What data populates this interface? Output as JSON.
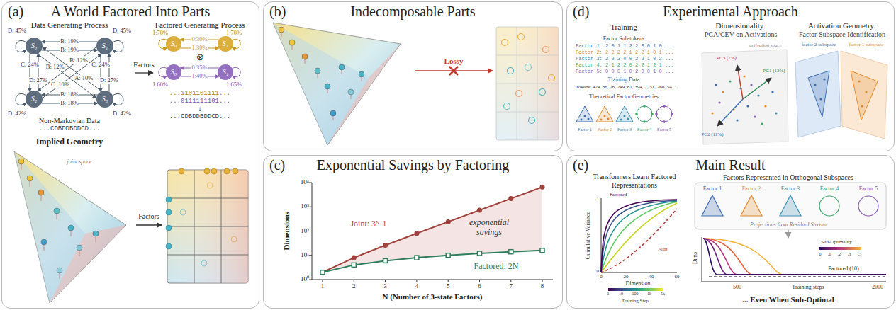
{
  "diagram": {
    "nodes": [
      {
        "text": [
          "(a)",
          "A World Factored Into Parts"
        ]
      },
      {
        "text": [
          "S₀"
        ],
        "in": 0
      },
      {
        "text": [
          "S₁"
        ],
        "in": 0
      },
      {
        "text": [
          "S₂"
        ],
        "in": 0
      },
      {
        "text": [
          "S₃"
        ],
        "in": 0
      },
      {
        "text": [
          "S₀"
        ],
        "in": 0
      },
      {
        "text": [
          "S₁"
        ],
        "in": 0
      },
      {
        "text": [
          "S₀"
        ],
        "in": 0
      },
      {
        "text": [
          "S₁"
        ],
        "in": 0
      },
      {
        "text": [
          "(b)",
          "Indecomposable Parts"
        ]
      },
      {
        "text": [
          "(c)",
          "Exponential Savings by Factoring"
        ]
      },
      {
        "text": [
          "(d)",
          "Experimental Approach"
        ]
      },
      {
        "text": [
          "(e)",
          "Main Result"
        ]
      }
    ],
    "edges": [
      {
        "from": 1,
        "to": 2,
        "arrow": "to",
        "label": "B: 19%"
      },
      {
        "from": 2,
        "to": 1,
        "arrow": "to",
        "label": "B: 19%"
      },
      {
        "from": 1,
        "to": 3,
        "arrow": "to",
        "label": "C: 24%"
      },
      {
        "from": 3,
        "to": 1,
        "arrow": "to",
        "label": "D: 27%"
      },
      {
        "from": 2,
        "to": 4,
        "arrow": "to",
        "label": "C: 24%"
      },
      {
        "from": 4,
        "to": 2,
        "arrow": "to",
        "label": "D: 27%"
      },
      {
        "from": 3,
        "to": 4,
        "arrow": "to",
        "label": "B: 18%"
      },
      {
        "from": 4,
        "to": 3,
        "arrow": "to",
        "label": "B: 18%"
      },
      {
        "from": 1,
        "to": 4,
        "arrow": "to",
        "label": "B: 12%"
      },
      {
        "from": 4,
        "to": 1,
        "arrow": "to",
        "label": "A: 10%"
      },
      {
        "from": 2,
        "to": 3,
        "arrow": "to",
        "label": "B: 12%"
      },
      {
        "from": 3,
        "to": 2,
        "arrow": "to",
        "label": "C: 10%"
      },
      {
        "from": 5,
        "to": 6,
        "arrow": "to",
        "label": "1:30%"
      },
      {
        "from": 6,
        "to": 5,
        "arrow": "to",
        "label": "0:30%"
      },
      {
        "from": 7,
        "to": 8,
        "arrow": "to",
        "label": "1:40%"
      },
      {
        "from": 8,
        "to": 7,
        "arrow": "to",
        "label": "0:35%"
      }
    ],
    "labels": [
      "Data Generating Process",
      "Factored Generating Process",
      "D: 45%",
      "D: 45%",
      "D: 42%",
      "D: 42%",
      "1:70%",
      "1:70%",
      "1:60%",
      "1:65%",
      "Factors",
      "⊗",
      "...1101101111...",
      "...0111111101...",
      "↓",
      "...CDBDDBDDCD...",
      "Non-Markovian Data",
      "...CDBDDBDDCD...",
      "Implied Geometry",
      "joint space",
      "Factors",
      "Lossy",
      "10⁴",
      "10³",
      "10²",
      "10¹",
      "10⁰",
      "1",
      "2",
      "3",
      "4",
      "5",
      "6",
      "7",
      "8",
      "Dimensions",
      "N (Number of 3-state Factors)",
      "Joint: 3ᴺ-1",
      "exponential savings",
      "Factored: 2N",
      "Training",
      "Factor Sub-tokens",
      "Factor 1: 2 0 1 1 2 2 0 0 1 0 ...",
      "Factor 2: 2 2 2 2 1 2 2 1 0 1 ...",
      "Factor 3: 2 2 2 0 0 2 2 1 0 2 ...",
      "Factor 4: 2 1 2 2 0 2 2 1 2 1 ...",
      "Factor 5: 0 0 0 1 0 2 0 0 1 0 ...",
      "Training Data",
      "Tokens: 424, 36, 76, 249, 81, 394, 7, 31, 260, 54...",
      "Theoretical Factor Geometries",
      "Factor 1",
      "Factor 2",
      "Factor 3",
      "Factor 4",
      "Factor 5",
      "Dimensionality:",
      "PCA/CEV on Activations",
      "Activation Geometry:",
      "Factor Subspace Identification",
      "activation space",
      "PC1 (12%)",
      "PC2 (11%)",
      "PC3 (7%)",
      "factor 2 subspace",
      "factor 1 subspace",
      "Transformers Learn Factored Representations",
      "Cumulative Variance",
      "1",
      "0",
      "0",
      "20",
      "40",
      "60",
      "Dimension",
      "Factored",
      "Joint",
      "Training Step",
      "1",
      "10",
      "100",
      "1k",
      "5k",
      "Factors Represented in Orthogonal Subspaces",
      "Factor 1",
      "Factor 2",
      "Factor 3",
      "Factor 4",
      "Factor 5",
      "Projections from Residual Stream",
      "Sub-Optimality",
      "0",
      ".1",
      ".2",
      ".3",
      ".5",
      "Dims",
      "Factored (10)",
      "500",
      "2000",
      "Training steps",
      "... Even When Sub-Optimal"
    ]
  }
}
